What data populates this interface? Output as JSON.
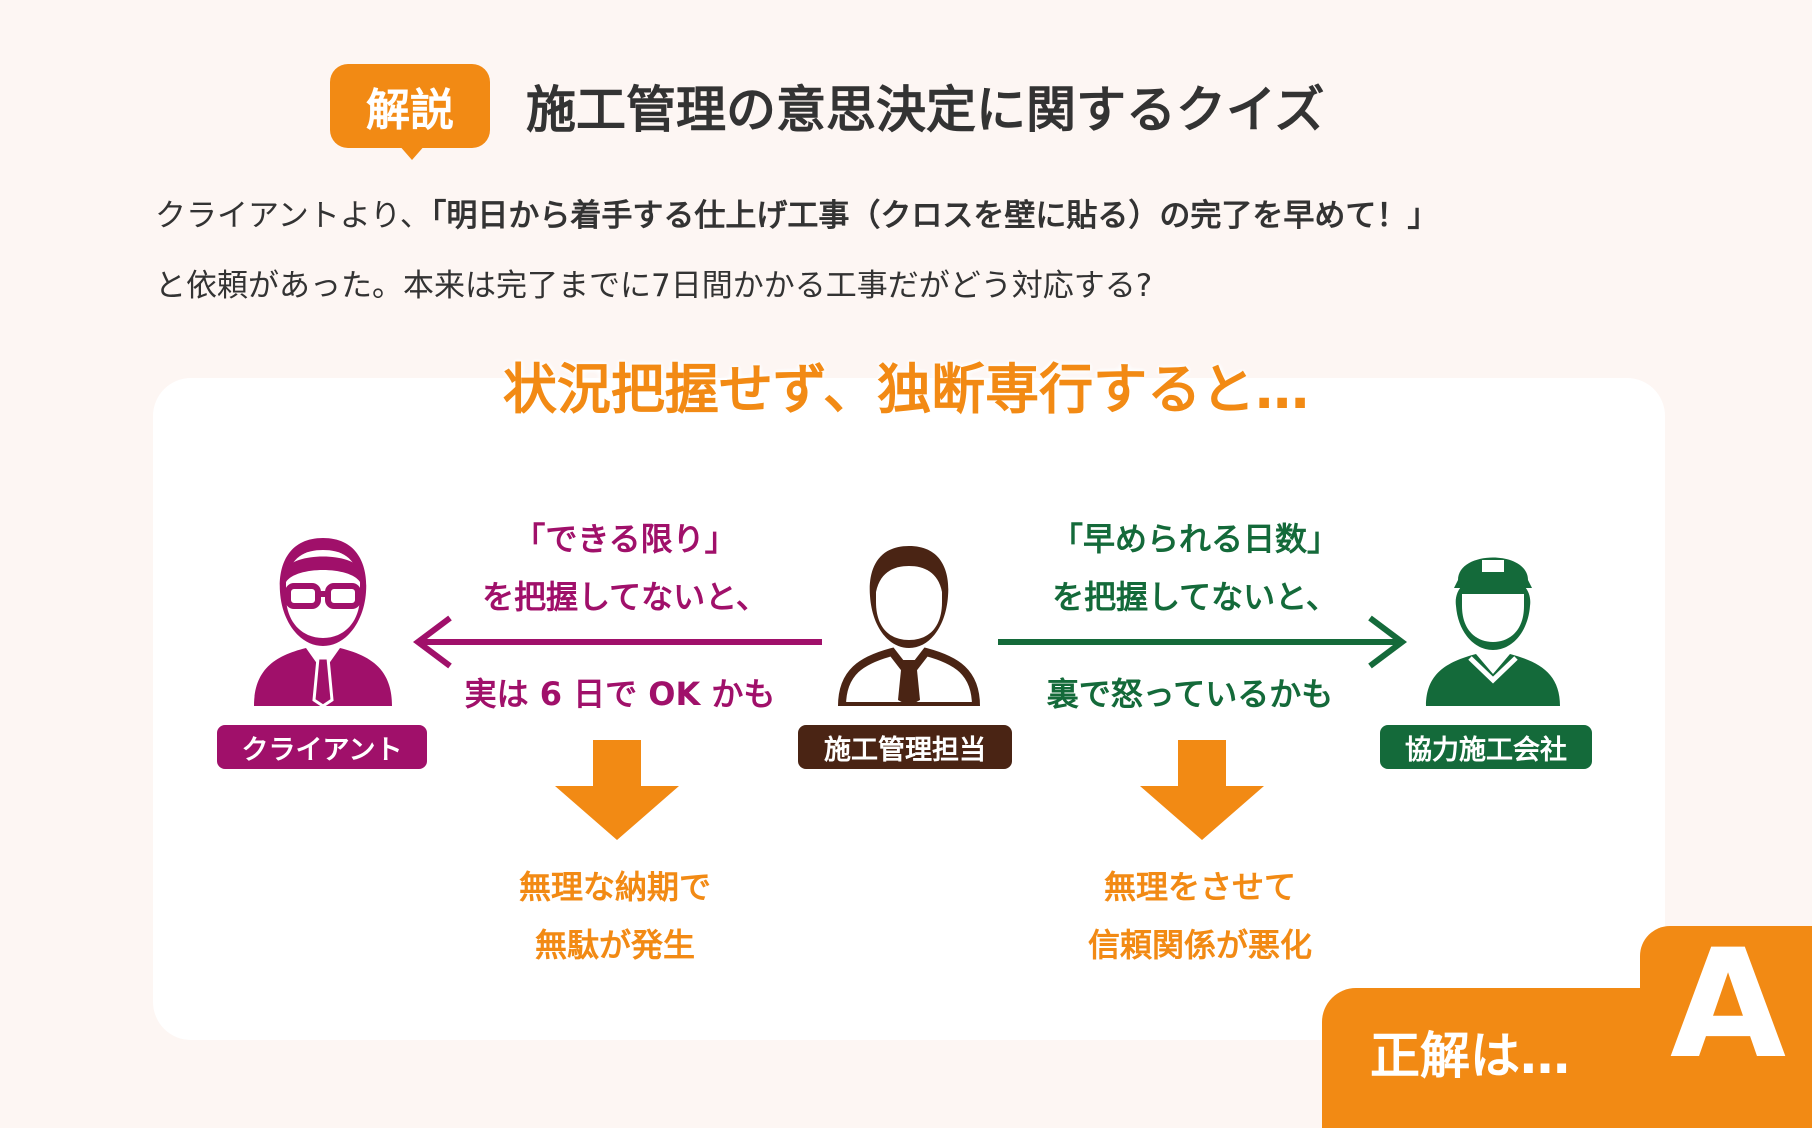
{
  "colors": {
    "background": "#fdf6f3",
    "accent": "#f28a14",
    "client": "#a0106a",
    "manager": "#4a2414",
    "cooperative": "#146a3a",
    "panel": "#ffffff"
  },
  "header": {
    "badge": "解説",
    "title": "施工管理の意思決定に関するクイズ"
  },
  "intro": {
    "line1_prefix": "クライアントより、",
    "line1_quote": "「明日から着手する仕上げ工事（クロスを壁に貼る）の完了を早めて！」",
    "line2": "と依頼があった。本来は完了までに7日間かかる工事だがどう対応する?"
  },
  "headline": "状況把握せず、独断専行すると…",
  "people": {
    "client": {
      "label": "クライアント",
      "icon": "person-glasses-icon"
    },
    "manager": {
      "label": "施工管理担当",
      "icon": "person-icon"
    },
    "cooperative": {
      "label": "協力施工会社",
      "icon": "worker-cap-icon"
    }
  },
  "left_flow": {
    "top_line1": "「できる限り」",
    "top_line2": "を把握してないと、",
    "bottom": "実は 6 日で OK かも",
    "result_line1": "無理な納期で",
    "result_line2": "無駄が発生"
  },
  "right_flow": {
    "top_line1": "「早められる日数」",
    "top_line2": "を把握してないと、",
    "bottom": "裏で怒っているかも",
    "result_line1": "無理をさせて",
    "result_line2": "信頼関係が悪化"
  },
  "answer": {
    "prefix": "正解は…",
    "letter": "A"
  }
}
